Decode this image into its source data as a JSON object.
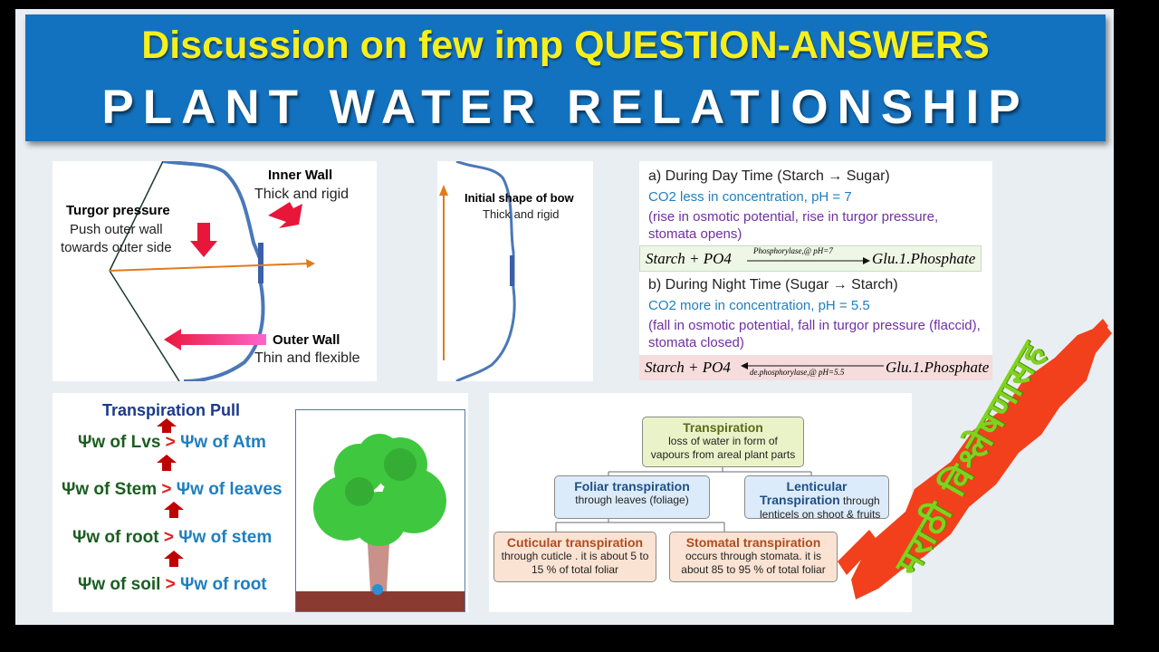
{
  "banner": {
    "line1": "Discussion on few imp QUESTION-ANSWERS",
    "line2": "PLANT WATER RELATIONSHIP"
  },
  "bow_diagram": {
    "inner_wall_title": "Inner Wall",
    "inner_wall_desc": "Thick and rigid",
    "turgor_title": "Turgor pressure",
    "turgor_desc1": "Push outer wall",
    "turgor_desc2": "towards outer side",
    "outer_wall_title": "Outer Wall",
    "outer_wall_desc": "Thin and flexible"
  },
  "initial_bow": {
    "title": "Initial shape of bow",
    "desc": "Thick and rigid"
  },
  "day_night": {
    "day_heading": "a) During Day Time (Starch → Sugar)",
    "day_co2": "CO2 less in concentration, pH = 7",
    "day_effect1": "(rise in osmotic potential, rise in turgor pressure,",
    "day_effect2": "stomata opens)",
    "day_eq_left": "Starch + PO4",
    "day_eq_enzyme": "Phosphorylase,@ pH=7",
    "day_eq_right": "Glu.1.Phosphate",
    "night_heading": "b) During Night Time (Sugar → Starch)",
    "night_co2": "CO2 more in concentration, pH = 5.5",
    "night_effect1": "(fall in osmotic potential, fall in turgor pressure (flaccid),",
    "night_effect2": "stomata closed)",
    "night_eq_left": "Starch + PO4",
    "night_eq_enzyme": "de.phosphorylase,@ pH=5.5",
    "night_eq_right": "Glu.1.Phosphate"
  },
  "transpiration_pull": {
    "title": "Transpiration Pull",
    "rows": [
      {
        "lhs": "Ψw of Lvs",
        "gt": ">",
        "rhs": "Ψw of Atm"
      },
      {
        "lhs": "Ψw of Stem",
        "gt": ">",
        "rhs": "Ψw of leaves"
      },
      {
        "lhs": "Ψw of root",
        "gt": ">",
        "rhs": "Ψw of stem"
      },
      {
        "lhs": "Ψw of soil",
        "gt": ">",
        "rhs": "Ψw of root"
      }
    ]
  },
  "flowchart": {
    "root_title": "Transpiration",
    "root_desc1": "loss of water in form of",
    "root_desc2": "vapours from areal plant parts",
    "foliar_title": "Foliar transpiration",
    "foliar_desc": "through leaves (foliage)",
    "lenticular_title1": "Lenticular",
    "lenticular_title2": "Transpiration",
    "lenticular_desc_inline": "through",
    "lenticular_desc2": "lenticels on shoot & fruits",
    "cuticular_title": "Cuticular transpiration",
    "cuticular_desc1": "through cuticle . it is about 5 to",
    "cuticular_desc2": "15 % of total foliar",
    "stomatal_title": "Stomatal transpiration",
    "stomatal_desc1": "occurs through stomata. it is",
    "stomatal_desc2": "about 85 to 95 % of total foliar"
  },
  "watermark": {
    "text": "मराठी विश्लेषणासह"
  },
  "colors": {
    "banner_bg": "#1372bf",
    "banner_line1": "#f6ef1e",
    "bow_line": "#4a78b8",
    "arrow_red": "#e8173a",
    "brush_orange": "#f2401c",
    "watermark_green": "#7fd21e"
  }
}
